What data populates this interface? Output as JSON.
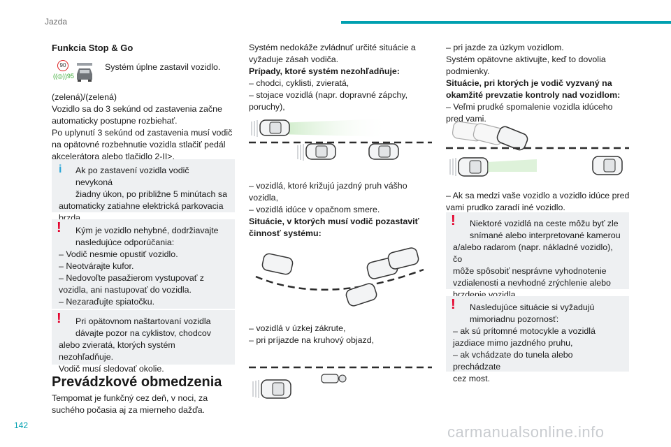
{
  "header": {
    "section": "Jazda",
    "page_number": "142"
  },
  "col1": {
    "heading": "Funkcia Stop & Go",
    "icon_speed": "90",
    "icon_set": "((◎))95",
    "icon_text": "Systém úplne zastavil vozidlo.",
    "p1": [
      "(zelená)/(zelená)",
      "Vozidlo sa do 3 sekúnd od zastavenia začne",
      "automaticky postupne rozbiehať.",
      "Po uplynutí 3 sekúnd od zastavenia musí vodič",
      "na opätovné rozbehnutie vozidla stlačiť pedál",
      "akcelerátora alebo tlačidlo 2-II>."
    ],
    "info_box": [
      "Ak po zastavení vozidla vodič nevykoná",
      "žiadny úkon, po približne 5 minútach sa",
      "automaticky zatiahne elektrická parkovacia",
      "brzda."
    ],
    "warn_box1": [
      "Kým je vozidlo nehybné, dodržiavajte",
      "nasledujúce odporúčania:",
      "–  Vodič nesmie opustiť vozidlo.",
      "–  Neotvárajte kufor.",
      "–  Nedovoľte pasažierom vystupovať z",
      "vozidla, ani nastupovať do vozidla.",
      "–  Nezaraďujte spiatočku."
    ],
    "warn_box2": [
      "Pri opätovnom naštartovaní vozidla",
      "dávajte pozor na cyklistov, chodcov",
      "alebo zvieratá, ktorých systém nezohľadňuje.",
      "Vodič musí sledovať okolie."
    ],
    "h2": "Prevádzkové obmedzenia",
    "p2": [
      "Tempomat je funkčný cez deň, v noci, za",
      "suchého počasia aj za mierneho dažďa."
    ]
  },
  "col2": {
    "p1": [
      "Systém nedokáže zvládnuť určité situácie a",
      "vyžaduje zásah vodiča."
    ],
    "h_not": "Prípady, ktoré systém nezohľadňuje:",
    "list1": [
      "–  chodci, cyklisti, zvieratá,",
      "–  stojace vozidlá (napr. dopravné zápchy,",
      "poruchy),"
    ],
    "list2": [
      "–  vozidlá, ktoré križujú jazdný pruh vášho",
      "vozidla,",
      "–  vozidlá idúce v opačnom smere."
    ],
    "h_stop": [
      "Situácie, v ktorých musí vodič pozastaviť",
      "činnosť systému:"
    ],
    "list3": [
      "–  vozidlá v úzkej zákrute,",
      "–  pri príjazde na kruhový objazd,"
    ]
  },
  "col3": {
    "list1": [
      "–  pri jazde za úzkym vozidlom.",
      "Systém opätovne aktivujte, keď to dovolia",
      "podmienky."
    ],
    "h_take": [
      "Situácie, pri ktorých je vodič vyzvaný na",
      "okamžité prevzatie kontroly nad vozidlom:"
    ],
    "list2": [
      "–  Veľmi prudké spomalenie vozidla idúceho",
      "pred vami."
    ],
    "list3": [
      "–  Ak sa medzi vaše vozidlo a vozidlo idúce pred",
      "vami prudko zaradí iné vozidlo."
    ],
    "warn_box1": [
      "Niektoré vozidlá na ceste môžu byť zle",
      "snímané alebo interpretované kamerou",
      "a/alebo radarom (napr. nákladné vozidlo), čo",
      "môže spôsobiť nesprávne vyhodnotenie",
      "vzdialenosti a nevhodné zrýchlenie alebo",
      "brzdenie vozidla."
    ],
    "warn_box2": [
      "Nasledujúce situácie si vyžadujú",
      "mimoriadnu pozornosť:",
      "–  ak sú prítomné motocykle a vozidlá",
      "jazdiace mimo jazdného pruhu,",
      "–  ak vchádzate do tunela alebo prechádzate",
      "cez most."
    ]
  },
  "footer": {
    "watermark": "carmanualsonline.info"
  },
  "colors": {
    "accent": "#00a0b0",
    "info": "#2ba6d7",
    "warning": "#e4002b",
    "box_bg": "#eef0f2"
  }
}
